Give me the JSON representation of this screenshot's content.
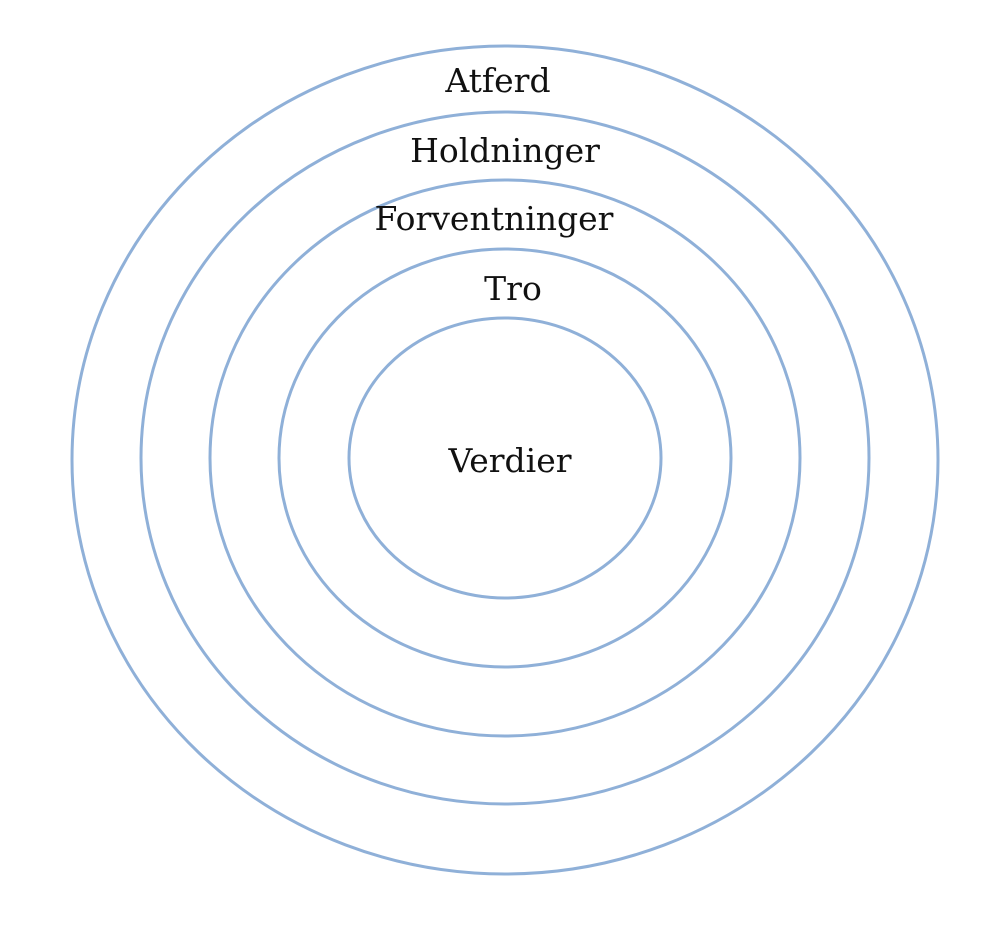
{
  "diagram": {
    "ring_color": "#8fb0d8",
    "text_color": "#111111",
    "layers": [
      {
        "label": "Atferd"
      },
      {
        "label": "Holdninger"
      },
      {
        "label": "Forventninger"
      },
      {
        "label": "Tro"
      },
      {
        "label": "Verdier"
      }
    ]
  }
}
